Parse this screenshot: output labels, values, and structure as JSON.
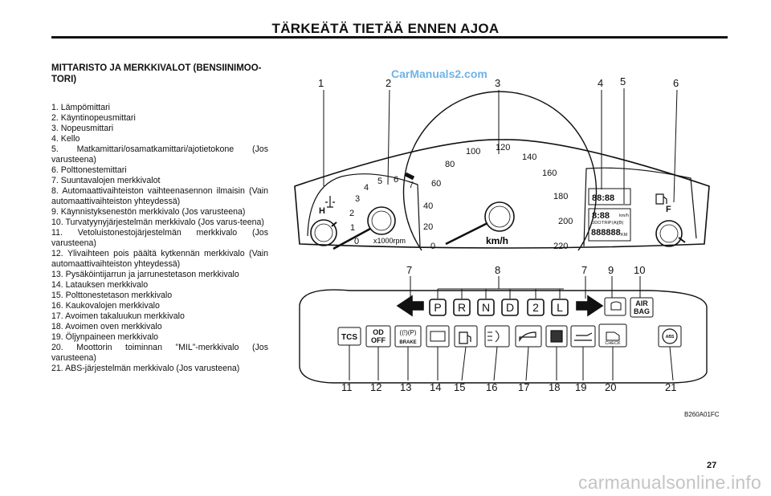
{
  "header": {
    "title": "TÄRKEÄTÄ TIETÄÄ ENNEN AJOA"
  },
  "section": {
    "title": "MITTARISTO JA MERKKIVALOT (BENSIINIMOO-TORI)"
  },
  "legend": [
    "1. Lämpömittari",
    "2. Käyntinopeusmittari",
    "3. Nopeusmittari",
    "4. Kello",
    "5. Matkamittari/osamatkamittari/ajotietokone (Jos varusteena)",
    "6. Polttonestemittari",
    "7. Suuntavalojen merkkivalot",
    "8. Automaattivaihteiston vaihteenasennon ilmaisin (Vain automaattivaihteiston yhteydessä)",
    "9. Käynnistyksenestön merkkivalo (Jos varusteena)",
    "10. Turvatyynyjärjestelmän merkkivalo (Jos varus-teena)",
    "11. Vetoluistonestojärjestelmän merkkivalo (Jos varusteena)",
    "12. Ylivaihteen pois päältä kytkennän merkkivalo (Vain automaattivaihteiston yhteydessä)",
    "13. Pysäköintijarrun ja jarrunestetason merkkivalo",
    "14. Latauksen merkkivalo",
    "15. Polttonestetason merkkivalo",
    "16. Kaukovalojen merkkivalo",
    "17. Avoimen takaluukun merkkivalo",
    "18. Avoimen oven merkkivalo",
    "19. Öljynpaineen merkkivalo",
    "20. Moottorin toiminnan ”MIL”-merkkivalo (Jos varusteena)",
    "21. ABS-järjestelmän merkkivalo (Jos varusteena)"
  ],
  "figure": {
    "watermark": "CarManuals2.com",
    "code": "B260A01FC",
    "top_callouts": [
      "1",
      "2",
      "3",
      "4",
      "5",
      "6"
    ],
    "mid_callouts": [
      "7",
      "8",
      "7",
      "9",
      "10"
    ],
    "bottom_callouts": [
      "11",
      "12",
      "13",
      "14",
      "15",
      "16",
      "17",
      "18",
      "19",
      "20",
      "21"
    ],
    "temp_h": "H",
    "fuel_f": "F",
    "tach_ticks": [
      "0",
      "1",
      "2",
      "3",
      "4",
      "5",
      "6",
      "7"
    ],
    "tach_unit": "x1000rpm",
    "speed_ticks": [
      "0",
      "20",
      "40",
      "60",
      "80",
      "100",
      "120",
      "140",
      "160",
      "180",
      "200",
      "220"
    ],
    "speed_unit": "km/h",
    "lcd_small": [
      "km/h",
      "ODO",
      "TRIP",
      "(A)",
      "(B)",
      "KM"
    ],
    "gear_letters": [
      "P",
      "R",
      "N",
      "D",
      "2",
      "L"
    ],
    "airbag_label": [
      "AIR",
      "BAG"
    ],
    "tcs_label": "TCS",
    "od_label": [
      "OD",
      "OFF"
    ],
    "brake_label": "BRAKE",
    "check_label": "CHECK",
    "abs_label": "ABS"
  },
  "page": {
    "number": "27"
  },
  "footer": {
    "watermark": "carmanualsonline.info"
  }
}
